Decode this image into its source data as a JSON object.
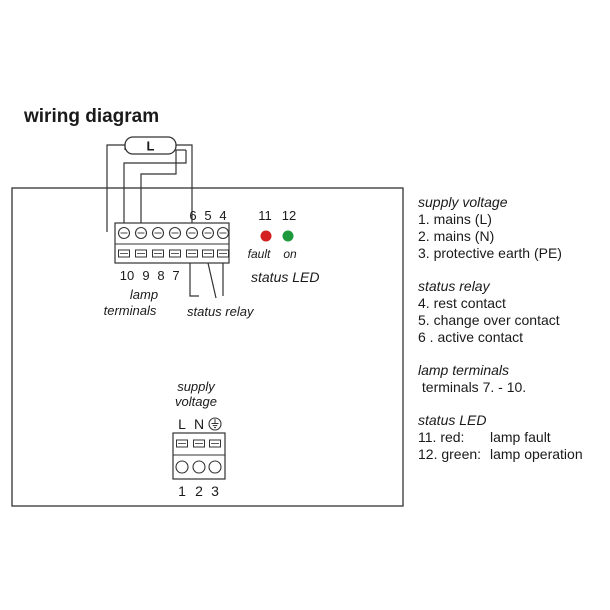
{
  "title": "wiring diagram",
  "lamp_symbol": "L",
  "terminals": {
    "top_labels": [
      "6",
      "5",
      "4"
    ],
    "bottom_labels": [
      "10",
      "9",
      "8",
      "7"
    ],
    "lamp_label_line1": "lamp",
    "lamp_label_line2": "terminals",
    "relay_label": "status relay"
  },
  "leds": {
    "numbers": [
      "11",
      "12"
    ],
    "fault_label": "fault",
    "on_label": "on",
    "fault_color": "#d42020",
    "on_color": "#1e9a3c",
    "title": "status LED"
  },
  "supply": {
    "label_line1": "supply",
    "label_line2": "voltage",
    "top_labels": [
      "L",
      "N"
    ],
    "earth_icon": "protective-earth-icon",
    "bottom_labels": [
      "1",
      "2",
      "3"
    ]
  },
  "legend": {
    "supply": {
      "title": "supply voltage",
      "items": [
        "1.  mains (L)",
        "2.  mains (N)",
        "3.  protective earth (PE)"
      ]
    },
    "relay": {
      "title": "status relay",
      "items": [
        "4.  rest contact",
        "5.  change over contact",
        "6 . active contact"
      ]
    },
    "lamp": {
      "title": "lamp terminals",
      "items": [
        " terminals 7. - 10."
      ]
    },
    "led": {
      "title": "status LED",
      "items": [
        {
          "key": "11. red:",
          "value": "lamp fault"
        },
        {
          "key": "12. green:",
          "value": "lamp operation"
        }
      ]
    }
  }
}
